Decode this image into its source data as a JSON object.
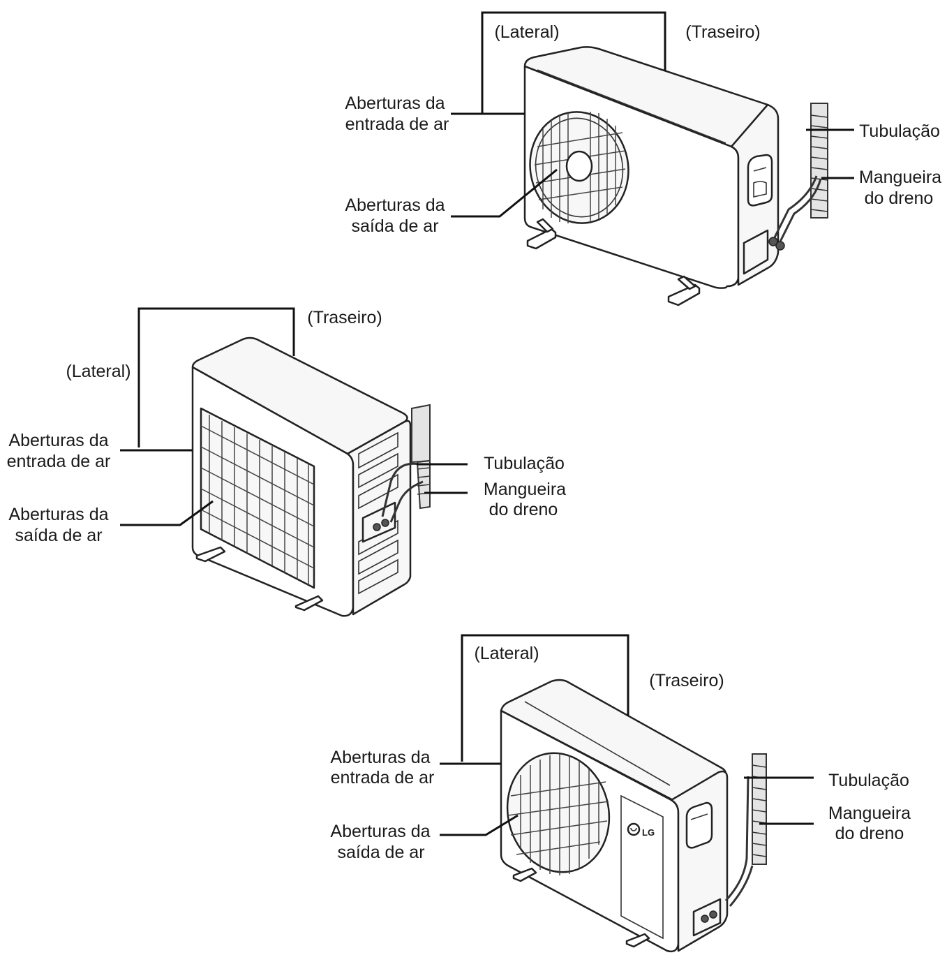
{
  "units": [
    {
      "id": "top",
      "labels": {
        "side": "(Lateral)",
        "back": "(Traseiro)",
        "inlet": [
          "Aberturas da",
          "entrada de ar"
        ],
        "outlet": [
          "Aberturas da",
          "saída de ar"
        ],
        "piping": "Tubulação",
        "drain": [
          "Mangueira",
          "do dreno"
        ]
      }
    },
    {
      "id": "middle",
      "labels": {
        "side": "(Lateral)",
        "back": "(Traseiro)",
        "inlet": [
          "Aberturas da",
          "entrada de ar"
        ],
        "outlet": [
          "Aberturas da",
          "saída de ar"
        ],
        "piping": "Tubulação",
        "drain": [
          "Mangueira",
          "do dreno"
        ]
      }
    },
    {
      "id": "bottom",
      "labels": {
        "side": "(Lateral)",
        "back": "(Traseiro)",
        "inlet": [
          "Aberturas da",
          "entrada de ar"
        ],
        "outlet": [
          "Aberturas da",
          "saída de ar"
        ],
        "piping": "Tubulação",
        "drain": [
          "Mangueira",
          "do dreno"
        ]
      },
      "brand_logo": "LG"
    }
  ],
  "colors": {
    "line": "#111111",
    "background": "#ffffff"
  }
}
